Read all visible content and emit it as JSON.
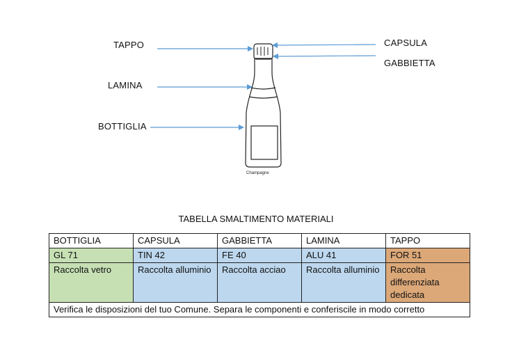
{
  "diagram": {
    "labels": {
      "tappo": "TAPPO",
      "lamina": "LAMINA",
      "bottiglia": "BOTTIGLIA",
      "capsula": "CAPSULA",
      "gabbietta": "GABBIETTA"
    },
    "caption": "Champagne",
    "arrow_color": "#5b9bd5"
  },
  "table": {
    "title": "TABELLA SMALTIMENTO MATERIALI",
    "headers": [
      "BOTTIGLIA",
      "CAPSULA",
      "GABBIETTA",
      "LAMINA",
      "TAPPO"
    ],
    "codes": [
      "GL 71",
      "TIN 42",
      "FE 40",
      "ALU 41",
      "FOR 51"
    ],
    "disposal": [
      "Raccolta vetro",
      "Raccolta alluminio",
      "Raccolta acciao",
      "Raccolta alluminio",
      "Raccolta differenziata dedicata"
    ],
    "footer": "Verifica le disposizioni del tuo Comune. Separa le componenti e conferiscile in modo corretto",
    "colors": {
      "green": "#c6e0b4",
      "blue": "#bdd7ee",
      "orange": "#dca878"
    }
  }
}
